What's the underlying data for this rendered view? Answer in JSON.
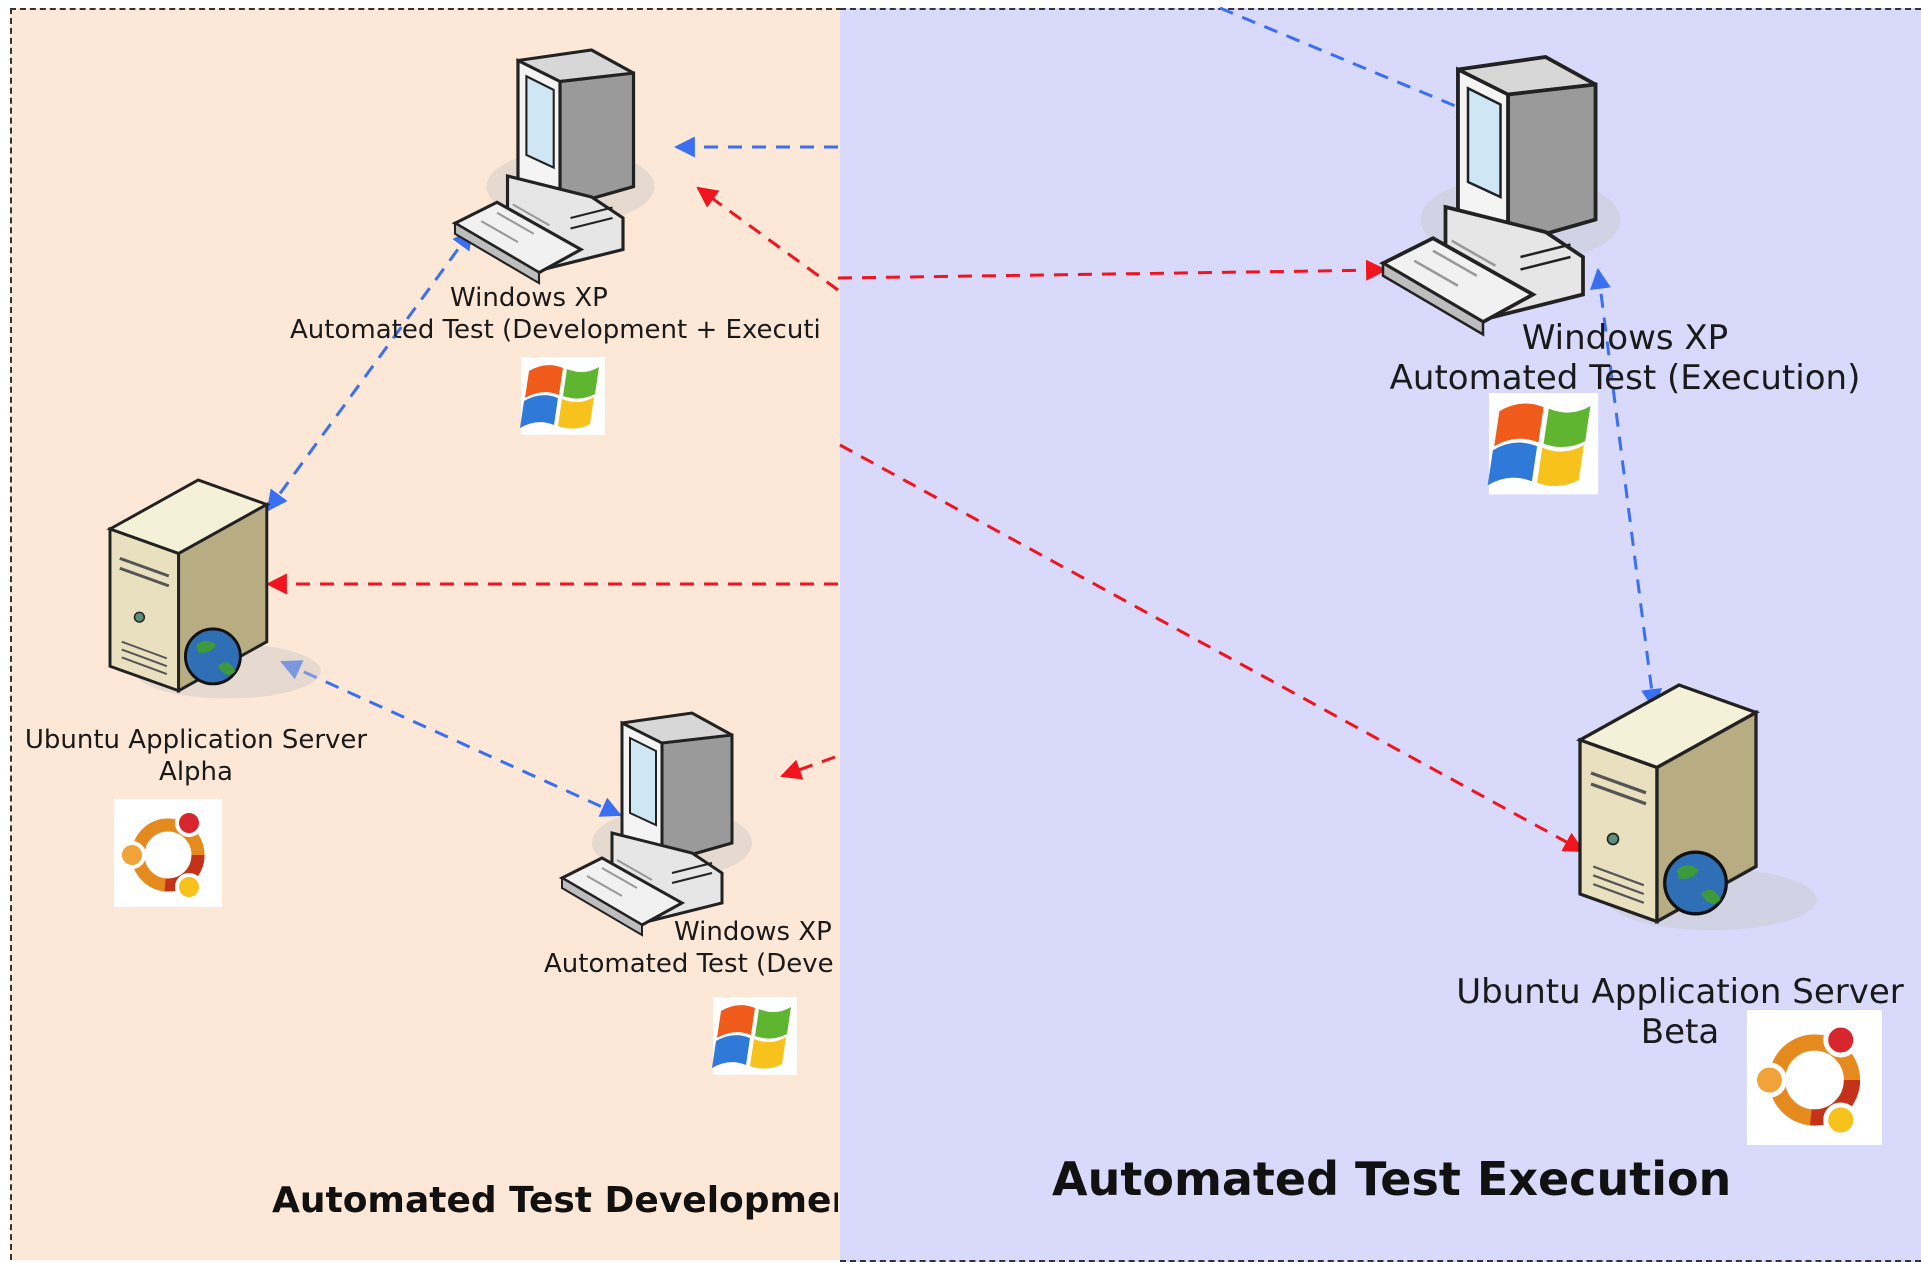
{
  "zones": {
    "development": {
      "title": "Automated Test Developmen",
      "fill": "#fde7d6"
    },
    "execution": {
      "title": "Automated Test Execution",
      "fill": "#d9d9fc"
    }
  },
  "nodes": {
    "winxp_dev_exec": {
      "type": "workstation",
      "icon": "windows-logo",
      "line1": "Windows XP",
      "line2": "Automated Test (Development + Executi"
    },
    "winxp_dev": {
      "type": "workstation",
      "icon": "windows-logo",
      "line1": "Windows XP",
      "line2": "Automated Test (Deve"
    },
    "ubuntu_alpha": {
      "type": "server",
      "icon": "ubuntu-logo",
      "line1": "Ubuntu Application Server",
      "line2": "Alpha"
    },
    "winxp_exec": {
      "type": "workstation",
      "icon": "windows-logo",
      "line1": "Windows XP",
      "line2": "Automated Test (Execution)"
    },
    "ubuntu_beta": {
      "type": "server",
      "icon": "ubuntu-logo",
      "line1": "Ubuntu Application Server",
      "line2": "Beta"
    }
  },
  "connectors": {
    "blue": "#3a6ff2",
    "red": "#f0141e",
    "style": "dashed"
  }
}
